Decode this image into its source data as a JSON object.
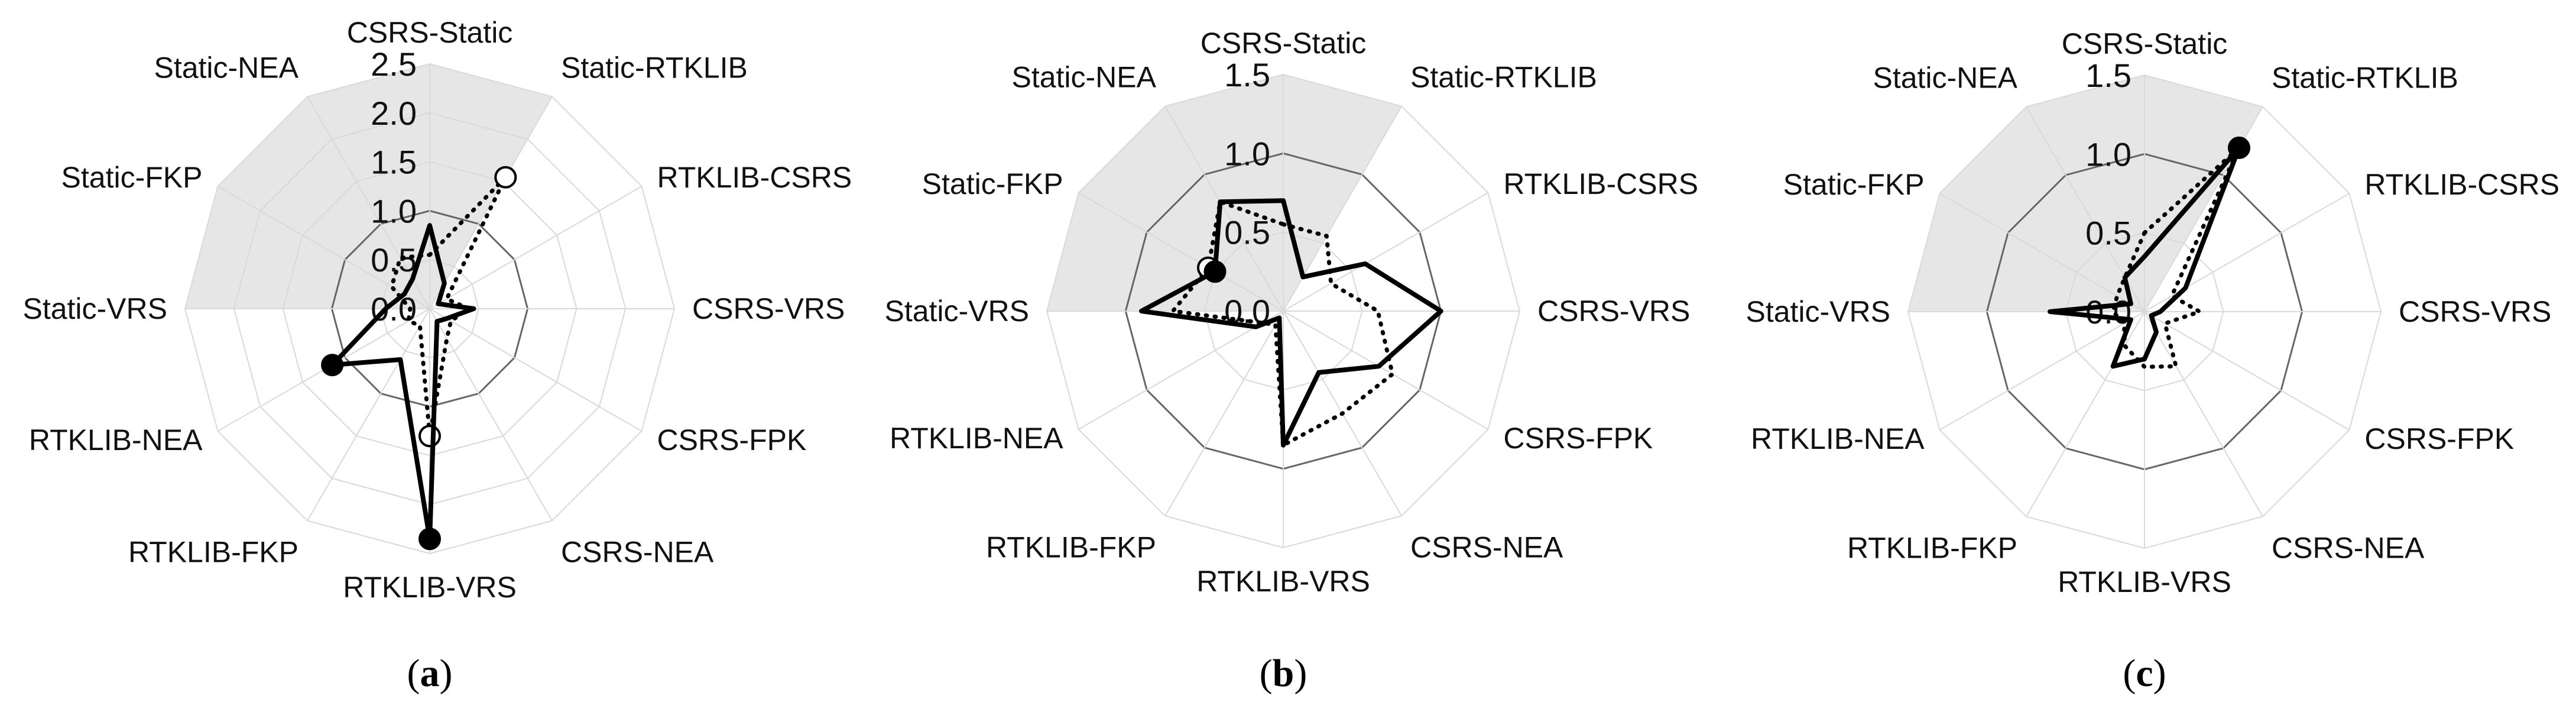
{
  "chart_data": [
    {
      "type": "radar",
      "panel_label": "a",
      "categories": [
        "CSRS-Static",
        "Static-RTKLIB",
        "RTKLIB-CSRS",
        "CSRS-VRS",
        "CSRS-FPK",
        "CSRS-NEA",
        "RTKLIB-VRS",
        "RTKLIB-FKP",
        "RTKLIB-NEA",
        "Static-VRS",
        "Static-FKP",
        "Static-NEA"
      ],
      "ticks": [
        0.0,
        0.5,
        1.0,
        1.5,
        2.0,
        2.5
      ],
      "tick_labels": [
        "0.0",
        "0.5",
        "1.0",
        "1.5",
        "2.0",
        "2.5"
      ],
      "rlim": [
        0,
        2.5
      ],
      "grid": true,
      "highlight_ring": 1.0,
      "shaded_region": {
        "from_category": "Static-VRS",
        "to_category": "Static-RTKLIB",
        "radius": 2.5
      },
      "series": [
        {
          "style": "solid",
          "markers": [
            6,
            8
          ],
          "marker_fill": "#000000",
          "values": [
            0.85,
            0.3,
            0.1,
            0.45,
            0.2,
            0.15,
            2.35,
            0.6,
            1.15,
            0.45,
            0.3,
            0.35
          ]
        },
        {
          "style": "dotted",
          "markers": [
            1,
            6
          ],
          "marker_fill": "#ffffff",
          "values": [
            0.55,
            1.55,
            0.2,
            0.4,
            0.25,
            0.35,
            1.3,
            0.2,
            0.25,
            0.2,
            0.45,
            0.6
          ]
        }
      ]
    },
    {
      "type": "radar",
      "panel_label": "b",
      "categories": [
        "CSRS-Static",
        "Static-RTKLIB",
        "RTKLIB-CSRS",
        "CSRS-VRS",
        "CSRS-FPK",
        "CSRS-NEA",
        "RTKLIB-VRS",
        "RTKLIB-FKP",
        "RTKLIB-NEA",
        "Static-VRS",
        "Static-FKP",
        "Static-NEA"
      ],
      "ticks": [
        0.0,
        0.5,
        1.0,
        1.5
      ],
      "tick_labels": [
        "0.0",
        "0.5",
        "1.0",
        "1.5"
      ],
      "rlim": [
        0,
        1.5
      ],
      "grid": true,
      "highlight_ring": 1.0,
      "shaded_region": {
        "from_category": "Static-VRS",
        "to_category": "Static-RTKLIB",
        "radius": 1.5
      },
      "series": [
        {
          "style": "solid",
          "markers": [
            10
          ],
          "marker_fill": "#000000",
          "values": [
            0.7,
            0.25,
            0.6,
            1.0,
            0.7,
            0.45,
            0.85,
            0.05,
            0.2,
            0.9,
            0.5,
            0.8
          ]
        },
        {
          "style": "dotted",
          "markers": [
            10
          ],
          "marker_fill": "#ffffff",
          "values": [
            0.55,
            0.55,
            0.35,
            0.6,
            0.8,
            0.75,
            0.85,
            0.1,
            0.15,
            0.7,
            0.55,
            0.8
          ]
        }
      ]
    },
    {
      "type": "radar",
      "panel_label": "c",
      "categories": [
        "CSRS-Static",
        "Static-RTKLIB",
        "RTKLIB-CSRS",
        "CSRS-VRS",
        "CSRS-FPK",
        "CSRS-NEA",
        "RTKLIB-VRS",
        "RTKLIB-FKP",
        "RTKLIB-NEA",
        "Static-VRS",
        "Static-FKP",
        "Static-NEA"
      ],
      "ticks": [
        0.0,
        0.5,
        1.0,
        1.5
      ],
      "tick_labels": [
        "0.0",
        "0.5",
        "1.0",
        "1.5"
      ],
      "rlim": [
        0,
        1.5
      ],
      "grid": true,
      "highlight_ring": 1.0,
      "shaded_region": {
        "from_category": "Static-VRS",
        "to_category": "Static-RTKLIB",
        "radius": 1.5
      },
      "series": [
        {
          "style": "solid",
          "markers": [
            1
          ],
          "marker_fill": "#000000",
          "values": [
            0.35,
            1.2,
            0.3,
            0.1,
            0.05,
            0.15,
            0.3,
            0.4,
            0.1,
            0.6,
            0.1,
            0.25
          ]
        },
        {
          "style": "dotted",
          "markers": [],
          "marker_fill": "#ffffff",
          "values": [
            0.5,
            1.2,
            0.2,
            0.35,
            0.15,
            0.4,
            0.35,
            0.25,
            0.15,
            0.2,
            0.2,
            0.25
          ]
        }
      ]
    }
  ]
}
